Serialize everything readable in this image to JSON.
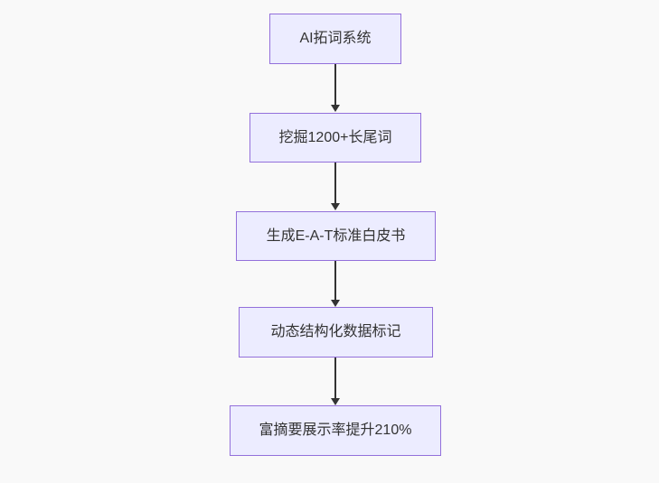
{
  "diagram": {
    "type": "flowchart",
    "direction": "top-down",
    "nodes": [
      {
        "id": "n1",
        "label": "AI拓词系统"
      },
      {
        "id": "n2",
        "label": "挖掘1200+长尾词"
      },
      {
        "id": "n3",
        "label": "生成E-A-T标准白皮书"
      },
      {
        "id": "n4",
        "label": "动态结构化数据标记"
      },
      {
        "id": "n5",
        "label": "富摘要展示率提升210%"
      }
    ],
    "edges": [
      {
        "from": "n1",
        "to": "n2"
      },
      {
        "from": "n2",
        "to": "n3"
      },
      {
        "from": "n3",
        "to": "n4"
      },
      {
        "from": "n4",
        "to": "n5"
      }
    ],
    "colors": {
      "background": "#F9F9F9",
      "node_fill": "#ECECFF",
      "node_border": "#9370DB",
      "text": "#333333",
      "arrow": "#333333"
    }
  }
}
